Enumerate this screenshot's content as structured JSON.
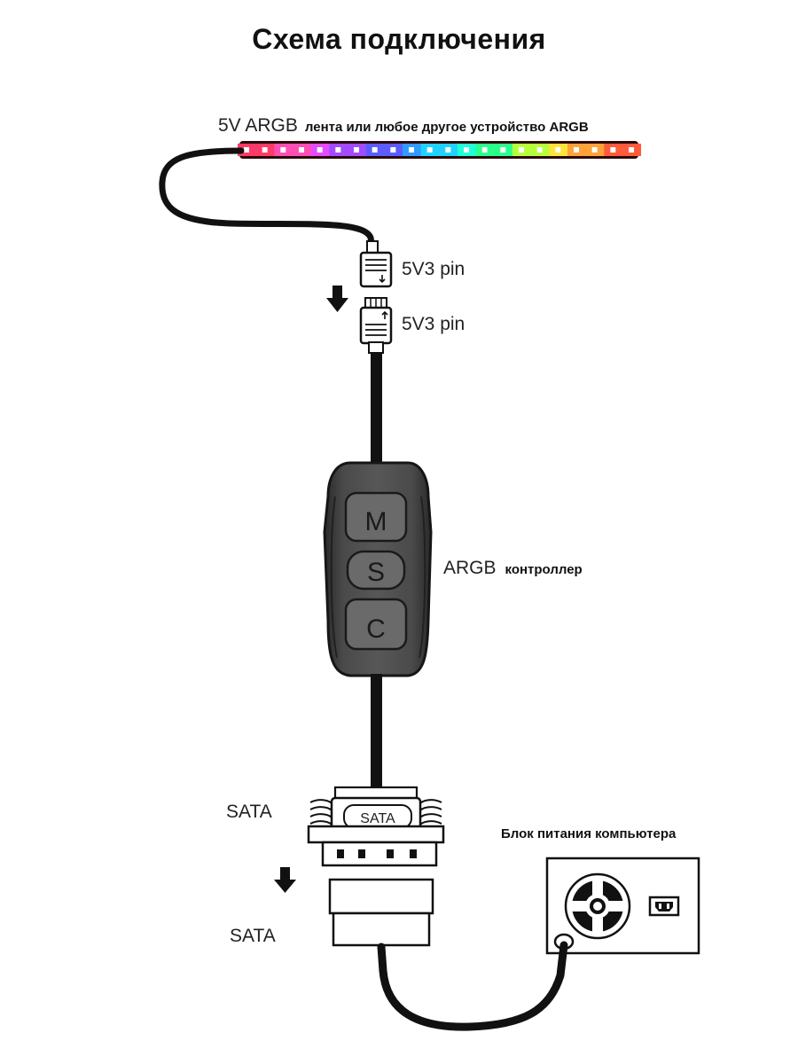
{
  "title": "Схема подключения",
  "strip": {
    "label_voltage": "5V ARGB",
    "label_desc": "лента или любое другое устройство ARGB",
    "led_colors": [
      "#ff3a66",
      "#ff4fb4",
      "#e44bff",
      "#a24bff",
      "#5b5bff",
      "#2f9bff",
      "#20d2ff",
      "#1fffd8",
      "#29ff8a",
      "#b6ff3a",
      "#ffe43a",
      "#ffa23a",
      "#ff5a3a"
    ]
  },
  "connectors": {
    "pin_top": "5V3 pin",
    "pin_bottom": "5V3 pin"
  },
  "controller": {
    "label_name": "ARGB",
    "label_desc": "контроллер",
    "buttons": [
      "M",
      "S",
      "C"
    ]
  },
  "sata": {
    "label_top": "SATA",
    "plug_text": "SATA",
    "label_bottom": "SATA"
  },
  "psu": {
    "label": "Блок питания компьютера"
  },
  "icons": [
    "down-arrow-icon",
    "fan-icon",
    "power-socket-icon"
  ]
}
